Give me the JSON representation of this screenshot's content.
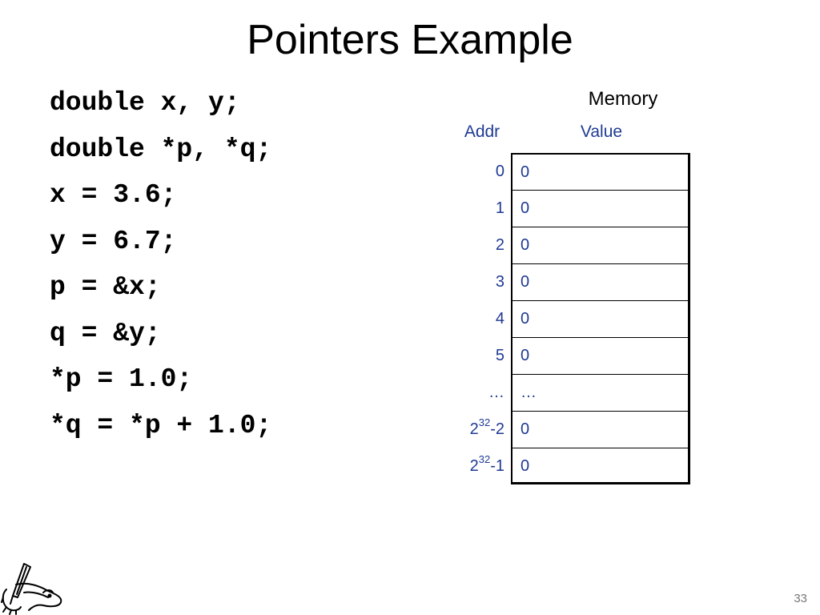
{
  "slide": {
    "title": "Pointers Example",
    "page_number": "33"
  },
  "code": {
    "lines": [
      "double x, y;",
      "double *p, *q;",
      "x = 3.6;",
      "y = 6.7;",
      "p = &x;",
      "q = &y;",
      "*p = 1.0;",
      "*q = *p + 1.0;"
    ]
  },
  "memory": {
    "title": "Memory",
    "addr_header": "Addr",
    "value_header": "Value",
    "rows": [
      {
        "addr": "0",
        "value": "0"
      },
      {
        "addr": "1",
        "value": "0"
      },
      {
        "addr": "2",
        "value": "0"
      },
      {
        "addr": "3",
        "value": "0"
      },
      {
        "addr": "4",
        "value": "0"
      },
      {
        "addr": "5",
        "value": "0"
      },
      {
        "addr": "…",
        "value": "…"
      },
      {
        "addr_base": "2",
        "addr_exp": "32",
        "addr_suffix": "-2",
        "value": "0"
      },
      {
        "addr_base": "2",
        "addr_exp": "32",
        "addr_suffix": "-1",
        "value": "0"
      }
    ]
  },
  "colors": {
    "accent": "#1f3a93",
    "text": "#000000",
    "page_number": "#777777"
  },
  "logo": {
    "icon": "quill-dragon-logo-icon"
  }
}
